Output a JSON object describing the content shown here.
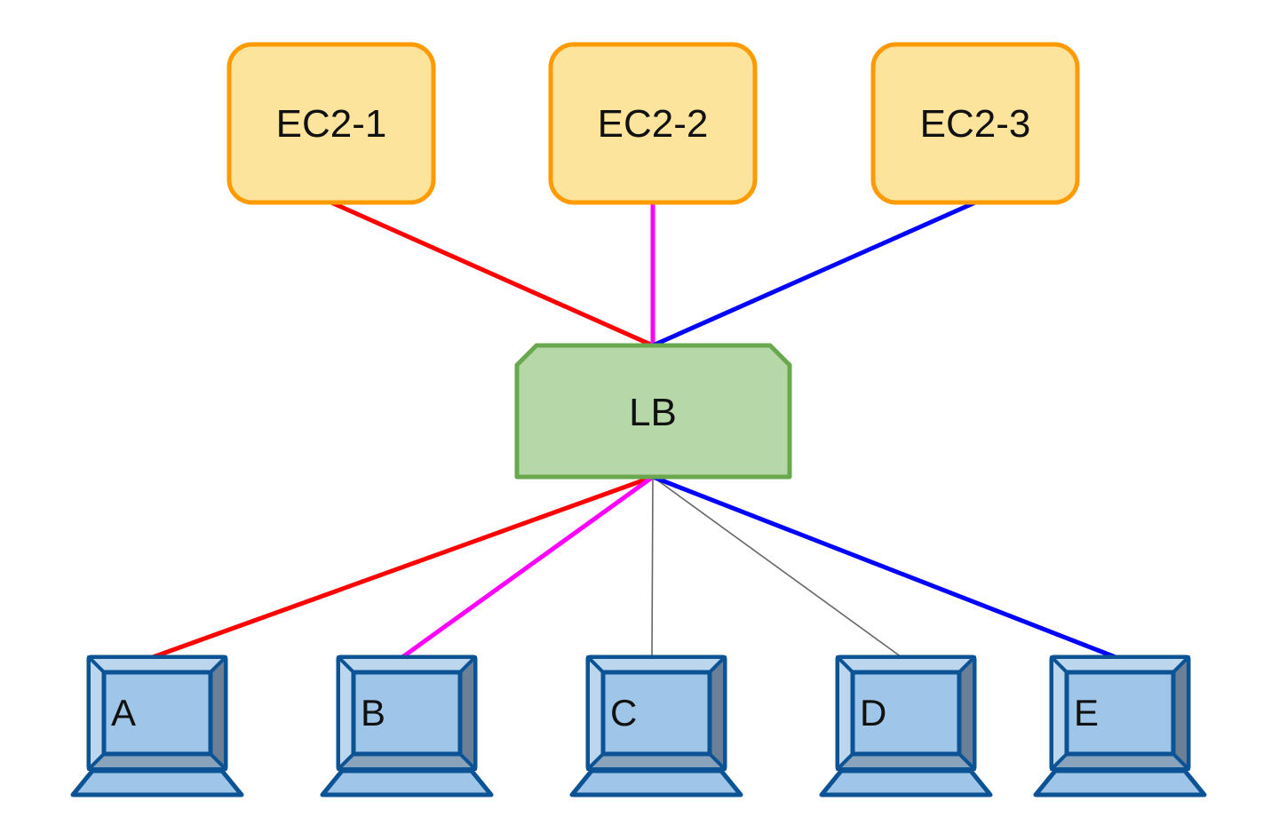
{
  "diagram": {
    "type": "network-topology",
    "servers": [
      {
        "id": "ec2-1",
        "label": "EC2-1",
        "link_color": "#ff0000"
      },
      {
        "id": "ec2-2",
        "label": "EC2-2",
        "link_color": "#ff00ff"
      },
      {
        "id": "ec2-3",
        "label": "EC2-3",
        "link_color": "#0000ff"
      }
    ],
    "load_balancer": {
      "id": "lb",
      "label": "LB"
    },
    "clients": [
      {
        "id": "a",
        "label": "A",
        "link_color": "#ff0000",
        "link_style": "thick"
      },
      {
        "id": "b",
        "label": "B",
        "link_color": "#ff00ff",
        "link_style": "thick"
      },
      {
        "id": "c",
        "label": "C",
        "link_color": "#666666",
        "link_style": "thin"
      },
      {
        "id": "d",
        "label": "D",
        "link_color": "#666666",
        "link_style": "thin"
      },
      {
        "id": "e",
        "label": "E",
        "link_color": "#0000ff",
        "link_style": "thick"
      }
    ],
    "colors": {
      "server_fill": "#fde49c",
      "server_stroke": "#ff9a00",
      "lb_fill": "#b6d7a8",
      "lb_stroke": "#6aa84f",
      "client_fill": "#9fc5e8",
      "client_stroke": "#0b5394"
    }
  }
}
